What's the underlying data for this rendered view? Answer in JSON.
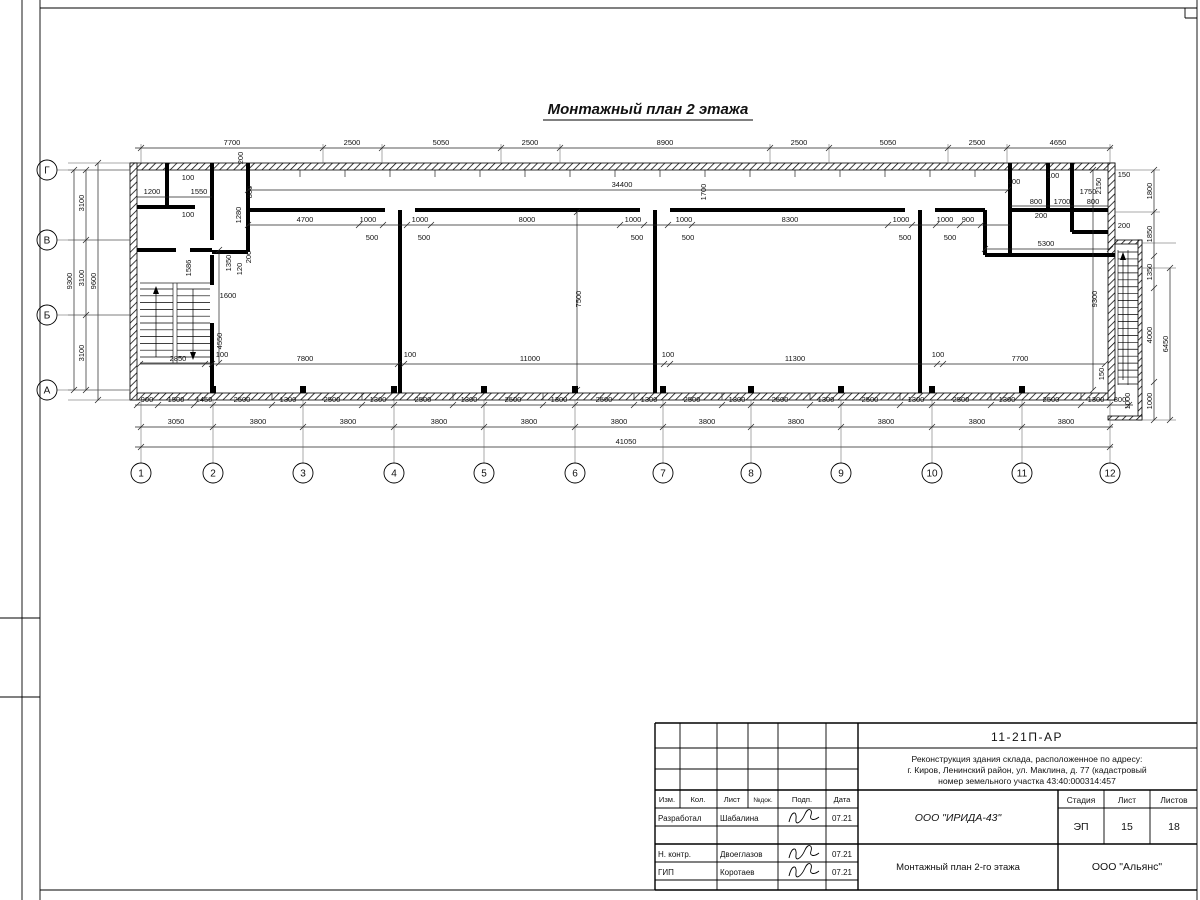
{
  "sheet": {
    "title": "Монтажный план 2 этажа"
  },
  "plan": {
    "axes_rows": [
      [
        "Г",
        170
      ],
      [
        "В",
        240
      ],
      [
        "Б",
        315
      ],
      [
        "А",
        390
      ]
    ],
    "axes_cols": [
      [
        "1",
        141
      ],
      [
        "2",
        213
      ],
      [
        "3",
        303
      ],
      [
        "4",
        394
      ],
      [
        "5",
        484
      ],
      [
        "6",
        575
      ],
      [
        "7",
        663
      ],
      [
        "8",
        751
      ],
      [
        "9",
        841
      ],
      [
        "10",
        932
      ],
      [
        "11",
        1022
      ],
      [
        "12",
        1110
      ]
    ],
    "dim_labels": [
      [
        "7700",
        232,
        145,
        0
      ],
      [
        "2500",
        352,
        145,
        0
      ],
      [
        "5050",
        441,
        145,
        0
      ],
      [
        "2500",
        530,
        145,
        0
      ],
      [
        "8900",
        665,
        145,
        0
      ],
      [
        "2500",
        799,
        145,
        0
      ],
      [
        "5050",
        888,
        145,
        0
      ],
      [
        "2500",
        977,
        145,
        0
      ],
      [
        "4650",
        1058,
        145,
        0
      ],
      [
        "200",
        243,
        158,
        1
      ],
      [
        "100",
        188,
        180,
        0
      ],
      [
        "1200",
        152,
        194,
        0
      ],
      [
        "1550",
        199,
        194,
        0
      ],
      [
        "100",
        188,
        217,
        0
      ],
      [
        "1280",
        241,
        215,
        1
      ],
      [
        "800",
        252,
        192,
        1
      ],
      [
        "34400",
        622,
        187,
        0
      ],
      [
        "1700",
        706,
        192,
        1
      ],
      [
        "100",
        1014,
        184,
        0
      ],
      [
        "100",
        1053,
        178,
        0
      ],
      [
        "1750",
        1088,
        194,
        0
      ],
      [
        "2150",
        1101,
        186,
        1
      ],
      [
        "150",
        1124,
        177,
        0
      ],
      [
        "800",
        1036,
        204,
        0
      ],
      [
        "1700",
        1062,
        204,
        0
      ],
      [
        "800",
        1093,
        204,
        0
      ],
      [
        "200",
        1041,
        218,
        0
      ],
      [
        "200",
        1124,
        228,
        0
      ],
      [
        "4700",
        305,
        222,
        0
      ],
      [
        "1000",
        368,
        222,
        0
      ],
      [
        "500",
        372,
        240,
        0
      ],
      [
        "1000",
        420,
        222,
        0
      ],
      [
        "500",
        424,
        240,
        0
      ],
      [
        "8000",
        527,
        222,
        0
      ],
      [
        "1000",
        633,
        222,
        0
      ],
      [
        "500",
        637,
        240,
        0
      ],
      [
        "1000",
        684,
        222,
        0
      ],
      [
        "500",
        688,
        240,
        0
      ],
      [
        "8300",
        790,
        222,
        0
      ],
      [
        "1000",
        901,
        222,
        0
      ],
      [
        "500",
        905,
        240,
        0
      ],
      [
        "1000",
        945,
        222,
        0
      ],
      [
        "900",
        968,
        222,
        0
      ],
      [
        "500",
        950,
        240,
        0
      ],
      [
        "5300",
        1046,
        246,
        0
      ],
      [
        "1586",
        191,
        268,
        1
      ],
      [
        "1350",
        231,
        263,
        1
      ],
      [
        "120",
        242,
        269,
        1
      ],
      [
        "200",
        251,
        257,
        1
      ],
      [
        "1600",
        228,
        298,
        0
      ],
      [
        "4550",
        222,
        341,
        1
      ],
      [
        "100",
        222,
        357,
        0
      ],
      [
        "2850",
        178,
        361,
        0
      ],
      [
        "7500",
        581,
        299,
        1
      ],
      [
        "100",
        410,
        357,
        0
      ],
      [
        "7800",
        305,
        361,
        0
      ],
      [
        "11000",
        530,
        361,
        0
      ],
      [
        "100",
        668,
        357,
        0
      ],
      [
        "11300",
        795,
        361,
        0
      ],
      [
        "100",
        938,
        357,
        0
      ],
      [
        "7700",
        1020,
        361,
        0
      ],
      [
        "150",
        1104,
        374,
        1
      ],
      [
        "9300",
        1097,
        299,
        1
      ],
      [
        "3100",
        84,
        203,
        1
      ],
      [
        "9300",
        72,
        281,
        1
      ],
      [
        "3100",
        84,
        278,
        1
      ],
      [
        "9600",
        96,
        281,
        1
      ],
      [
        "3100",
        84,
        353,
        1
      ],
      [
        "1800",
        1152,
        191,
        1
      ],
      [
        "1850",
        1152,
        234,
        1
      ],
      [
        "1350",
        1152,
        272,
        1
      ],
      [
        "4000",
        1152,
        335,
        1
      ],
      [
        "6450",
        1168,
        344,
        1
      ],
      [
        "1000",
        1152,
        401,
        1
      ],
      [
        "1000",
        1130,
        401,
        1
      ],
      [
        "900",
        147,
        402,
        0
      ],
      [
        "1500",
        176,
        402,
        0
      ],
      [
        "1450",
        204,
        402,
        0
      ],
      [
        "2500",
        242,
        402,
        0
      ],
      [
        "1300",
        288,
        402,
        0
      ],
      [
        "2500",
        332,
        402,
        0
      ],
      [
        "1300",
        378,
        402,
        0
      ],
      [
        "2500",
        423,
        402,
        0
      ],
      [
        "1300",
        469,
        402,
        0
      ],
      [
        "2500",
        513,
        402,
        0
      ],
      [
        "1300",
        559,
        402,
        0
      ],
      [
        "2500",
        604,
        402,
        0
      ],
      [
        "1300",
        649,
        402,
        0
      ],
      [
        "2500",
        692,
        402,
        0
      ],
      [
        "1300",
        737,
        402,
        0
      ],
      [
        "2500",
        780,
        402,
        0
      ],
      [
        "1300",
        826,
        402,
        0
      ],
      [
        "2500",
        870,
        402,
        0
      ],
      [
        "1300",
        916,
        402,
        0
      ],
      [
        "2500",
        961,
        402,
        0
      ],
      [
        "1300",
        1007,
        402,
        0
      ],
      [
        "2500",
        1051,
        402,
        0
      ],
      [
        "1300",
        1096,
        402,
        0
      ],
      [
        "800",
        1120,
        402,
        0
      ],
      [
        "3050",
        176,
        424,
        0
      ],
      [
        "3800",
        258,
        424,
        0
      ],
      [
        "3800",
        348,
        424,
        0
      ],
      [
        "3800",
        439,
        424,
        0
      ],
      [
        "3800",
        529,
        424,
        0
      ],
      [
        "3800",
        619,
        424,
        0
      ],
      [
        "3800",
        707,
        424,
        0
      ],
      [
        "3800",
        796,
        424,
        0
      ],
      [
        "3800",
        886,
        424,
        0
      ],
      [
        "3800",
        977,
        424,
        0
      ],
      [
        "3800",
        1066,
        424,
        0
      ],
      [
        "41050",
        626,
        444,
        0
      ]
    ]
  },
  "title_block": {
    "doc_number": "11-21П-АР",
    "desc_lines": [
      "Реконструкция здания склада, расположенное по адресу:",
      "г. Киров, Ленинский район, ул. Маклина, д. 77 (кадастровый",
      "номер земельного участка 43:40:000314:457"
    ],
    "col_headers": [
      "Изм.",
      "Кол.",
      "Лист",
      "№док.",
      "Подп.",
      "Дата"
    ],
    "sign_rows": [
      {
        "role": "Разработал",
        "name": "Шабалина",
        "date": "07.21"
      },
      {
        "role": "Н. контр.",
        "name": "Двоеглазов",
        "date": "07.21"
      },
      {
        "role": "ГИП",
        "name": "Коротаев",
        "date": "07.21"
      }
    ],
    "org": "ООО \"ИРИДА-43\"",
    "stage_label": "Стадия",
    "list_label": "Лист",
    "lists_label": "Листов",
    "stage": "ЭП",
    "list": "15",
    "lists": "18",
    "drawing_name": "Монтажный план 2-го этажа",
    "company": "ООО \"Альянс\""
  }
}
